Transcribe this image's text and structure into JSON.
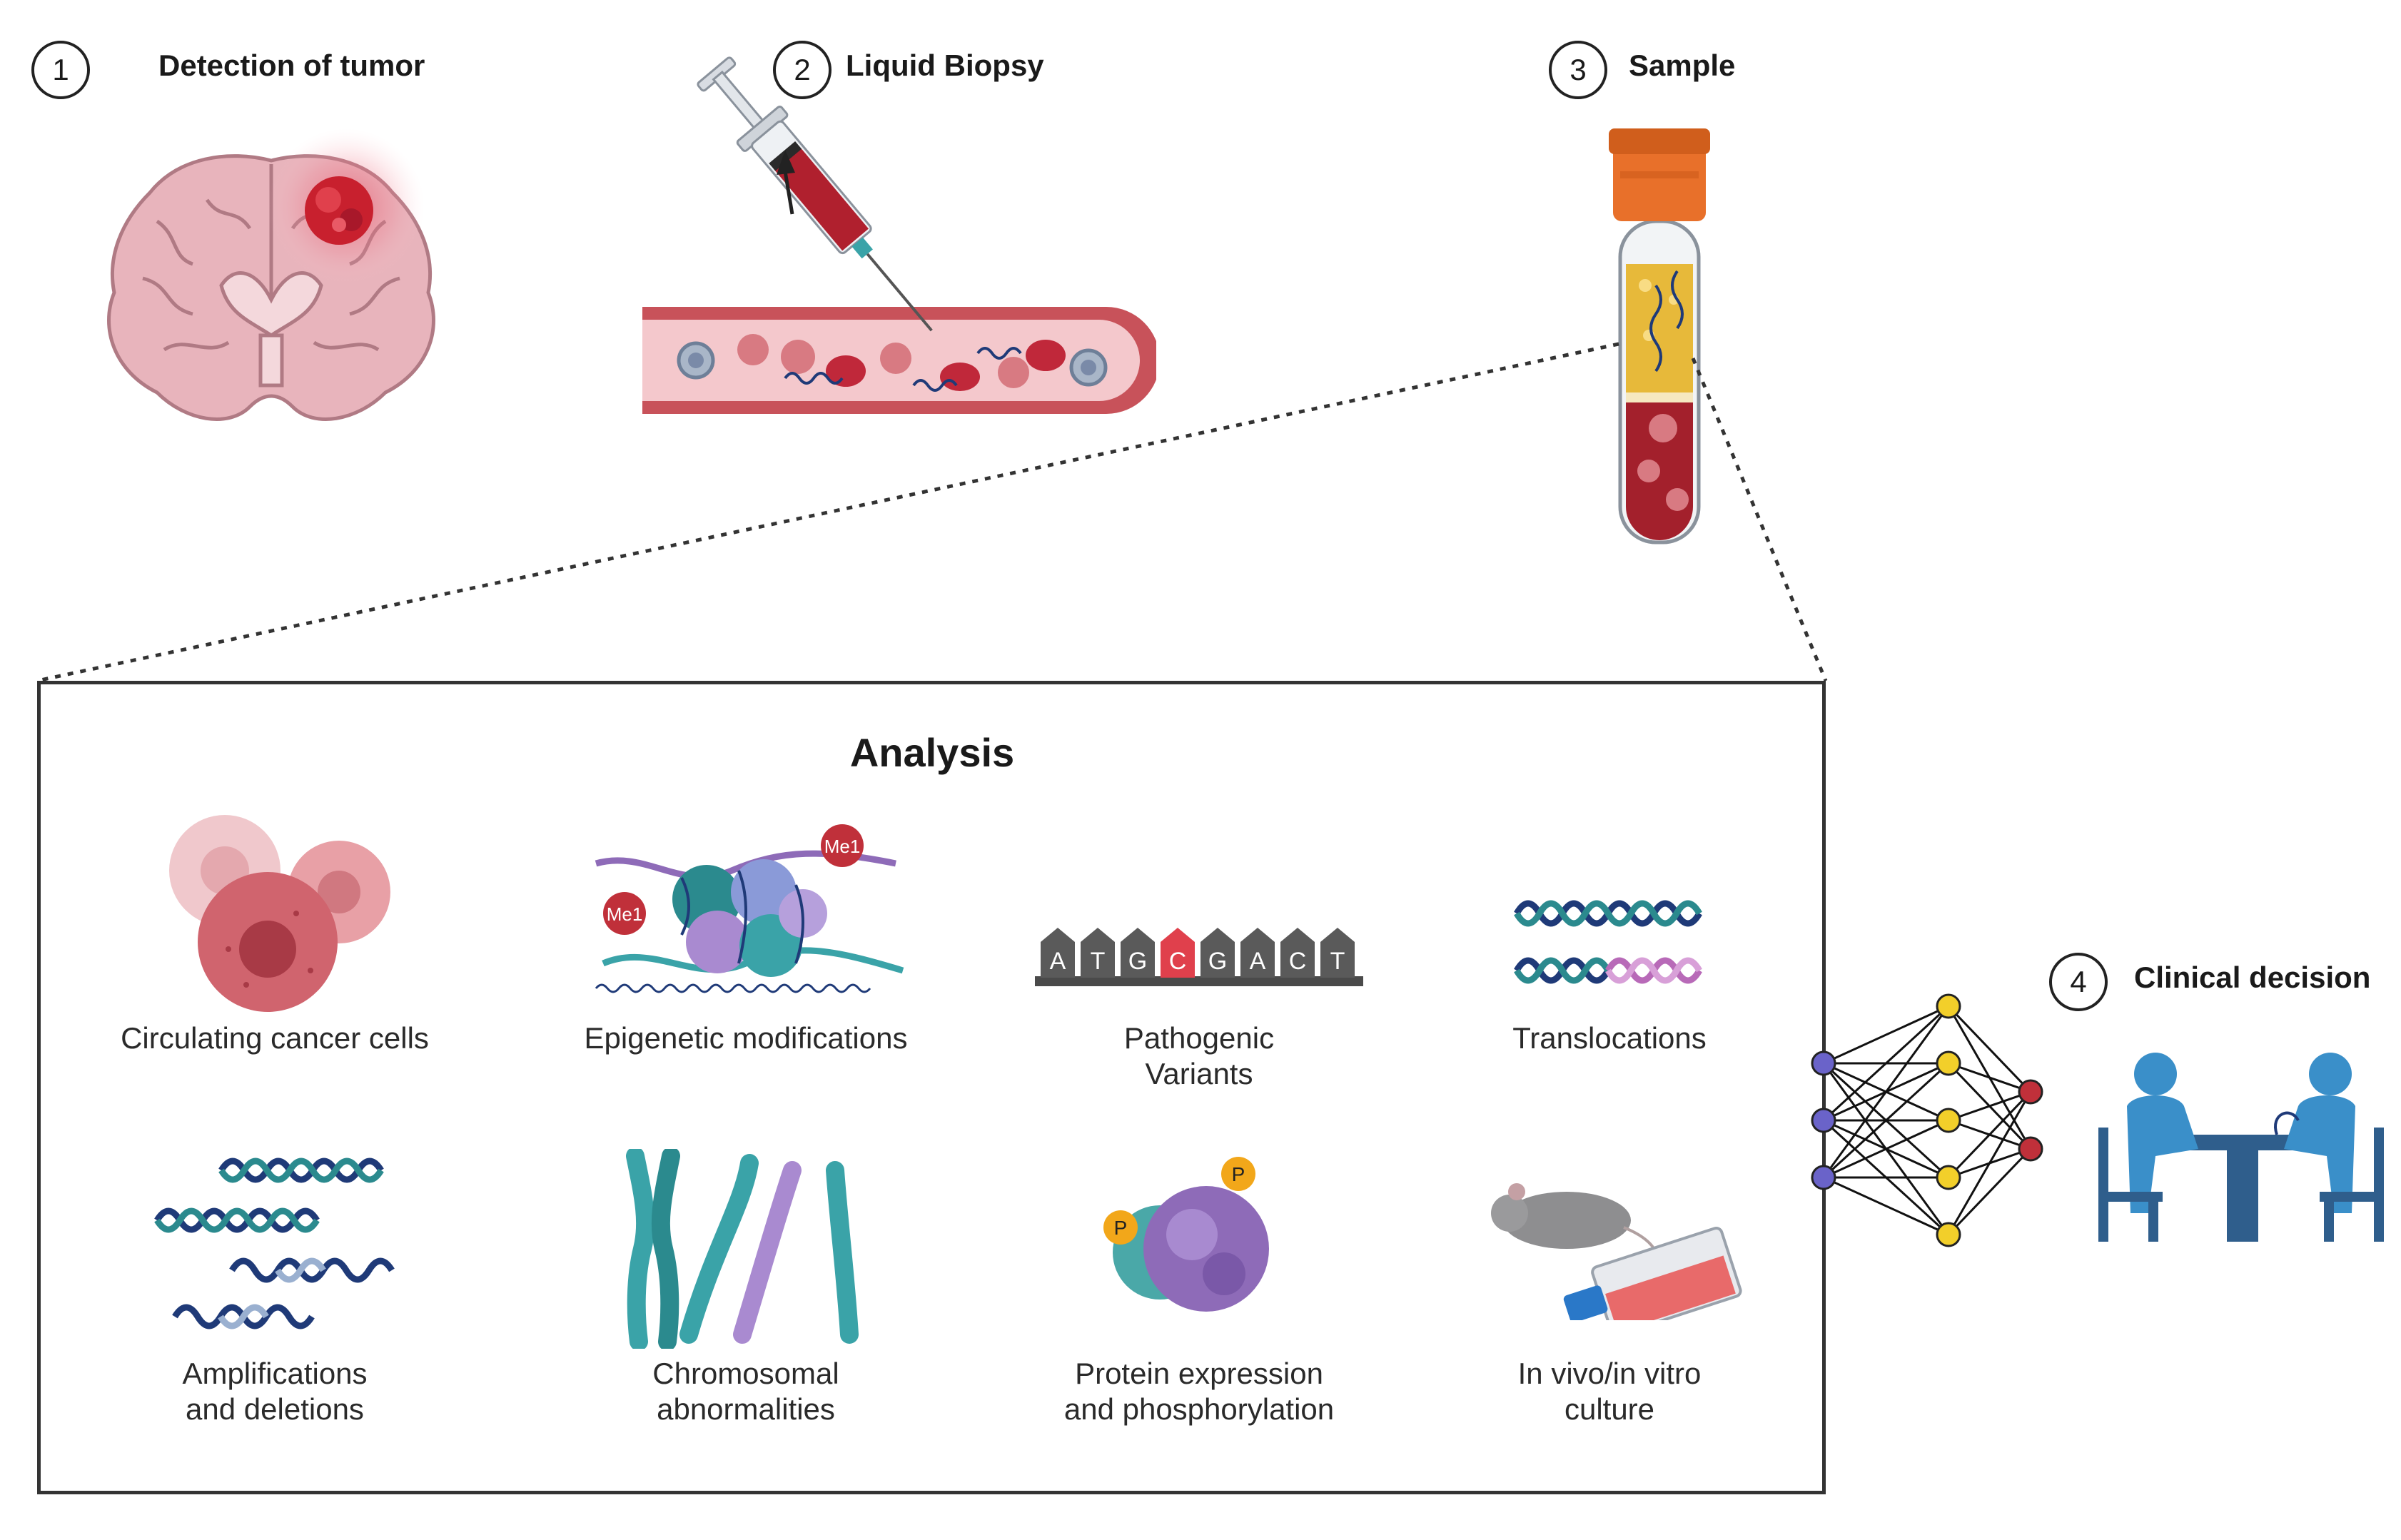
{
  "steps": [
    {
      "number": "1",
      "title": "Detection of tumor"
    },
    {
      "number": "2",
      "title": "Liquid Biopsy"
    },
    {
      "number": "3",
      "title": "Sample"
    },
    {
      "number": "4",
      "title": "Clinical decision"
    }
  ],
  "analysis": {
    "title": "Analysis",
    "items": [
      {
        "line1": "Circulating cancer cells",
        "line2": ""
      },
      {
        "line1": "Epigenetic modifications",
        "line2": ""
      },
      {
        "line1": "Pathogenic",
        "line2": "Variants"
      },
      {
        "line1": "Translocations",
        "line2": ""
      },
      {
        "line1": "Amplifications",
        "line2": "and deletions"
      },
      {
        "line1": "Chromosomal",
        "line2": "abnormalities"
      },
      {
        "line1": "Protein expression",
        "line2": "and phosphorylation"
      },
      {
        "line1": "In vivo/in vitro",
        "line2": "culture"
      }
    ],
    "methyl_label": "Me1",
    "phospho_label": "P",
    "sequence": [
      "A",
      "T",
      "G",
      "C",
      "G",
      "A",
      "C",
      "T"
    ]
  },
  "icons": {
    "brain": "brain-with-tumor-icon",
    "syringe": "syringe-icon",
    "vessel": "blood-vessel-icon",
    "tube": "blood-collection-tube-icon",
    "network": "neural-network-icon",
    "consult": "doctor-patient-consultation-icon"
  },
  "colors": {
    "blood": "#b8283a",
    "tube_cap": "#e8702a",
    "plasma": "#e7b93a",
    "dna_dark": "#1f3a78",
    "teal": "#3aa3a8",
    "purple": "#8e6bb8",
    "node_input": "#6a63c9",
    "node_hidden": "#f2cf2a",
    "node_output": "#c0303a",
    "people": "#3a8fc9"
  }
}
